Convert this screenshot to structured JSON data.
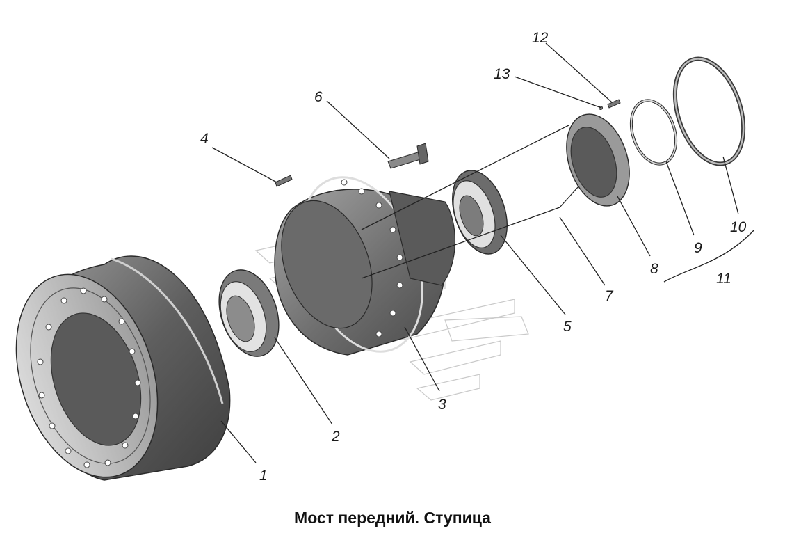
{
  "caption": "Мост передний. Ступица",
  "parts": [
    {
      "number": "1"
    },
    {
      "number": "2"
    },
    {
      "number": "3"
    },
    {
      "number": "4"
    },
    {
      "number": "5"
    },
    {
      "number": "6"
    },
    {
      "number": "7"
    },
    {
      "number": "8"
    },
    {
      "number": "9"
    },
    {
      "number": "10"
    },
    {
      "number": "11"
    },
    {
      "number": "12"
    },
    {
      "number": "13"
    }
  ],
  "colors": {
    "metal_dark": "#5c5c5c",
    "metal_mid": "#8a8a8a",
    "metal_light": "#c8c8c8",
    "outline": "#2a2a2a"
  }
}
